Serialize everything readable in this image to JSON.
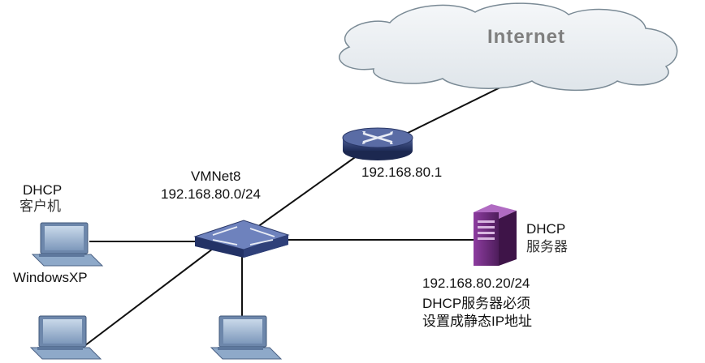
{
  "diagram": {
    "cloud": {
      "label": "Internet"
    },
    "router": {
      "ip": "192.168.80.1"
    },
    "switch": {
      "name": "VMNet8",
      "subnet": "192.168.80.0/24"
    },
    "client_xp": {
      "role": "DHCP",
      "role_sub": "客户机",
      "os": "WindowsXP"
    },
    "server": {
      "role": "DHCP",
      "role_sub": "服务器",
      "ip": "192.168.80.20/24",
      "note_line1": "DHCP服务器必须",
      "note_line2": "设置成静态IP地址"
    },
    "colors": {
      "router": "#2f3f73",
      "switch": "#394c86",
      "server": "#6d2a7d",
      "computer": "#8ea9c9",
      "cloud": "#e9edf1"
    }
  }
}
